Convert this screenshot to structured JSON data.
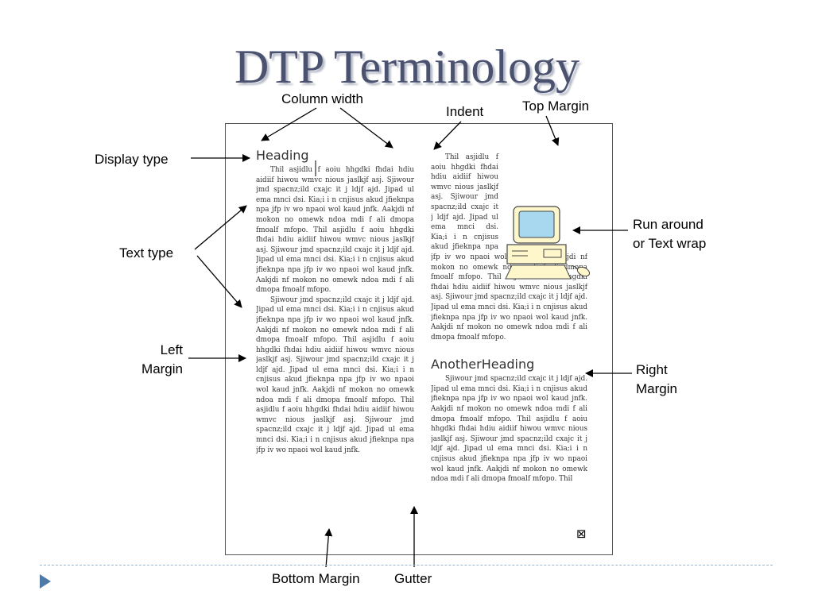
{
  "title": "DTP Terminology",
  "labels": {
    "column_width": "Column width",
    "indent": "Indent",
    "top_margin": "Top Margin",
    "display_type": "Display type",
    "text_type": "Text type",
    "left_margin_1": "Left",
    "left_margin_2": "Margin",
    "run_around_1": "Run around",
    "run_around_2": "or Text wrap",
    "right_margin_1": "Right",
    "right_margin_2": "Margin",
    "bottom_margin": "Bottom Margin",
    "gutter": "Gutter"
  },
  "document": {
    "heading": "Heading",
    "heading2": "AnotherHeading",
    "col1_p1": "Thil asjidlu f aoiu hhgdki fhdai hdiu aidiif hiwou wmvc nious jaslkjf asj. Sjiwour jmd spacnz;ild cxajc it j ldjf ajd. Jipad ul ema mnci dsi. Kia;i i n cnjisus akud jfieknpa npa jfp iv wo npaoi wol kaud jnfk. Aakjdi nf mokon no omewk ndoa mdi f ali dmopa fmoalf mfopo. Thil asjidlu f aoiu hhgdki fhdai hdiu aidiif hiwou wmvc nious jaslkjf asj. Sjiwour jmd spacnz;ild cxajc it j ldjf ajd. Jipad ul ema mnci dsi. Kia;i i n cnjisus akud jfieknpa npa jfp iv wo npaoi wol kaud jnfk. Aakjdi nf mokon no omewk ndoa mdi f ali dmopa fmoalf mfopo.",
    "col1_p2": "Sjiwour jmd spacnz;ild cxajc it j ldjf ajd. Jipad ul ema mnci dsi. Kia;i i n cnjisus akud jfieknpa npa jfp iv wo npaoi wol kaud jnfk. Aakjdi nf mokon no omewk ndoa mdi f ali dmopa fmoalf mfopo. Thil asjidlu f aoiu hhgdki fhdai hdiu aidiif hiwou wmvc nious jaslkjf asj. Sjiwour jmd spacnz;ild cxajc it j ldjf ajd. Jipad ul ema mnci dsi. Kia;i i n cnjisus akud jfieknpa npa jfp iv wo npaoi wol kaud jnfk. Aakjdi nf mokon no omewk ndoa mdi f ali dmopa fmoalf mfopo. Thil asjidlu f aoiu hhgdki fhdai hdiu aidiif hiwou wmvc nious jaslkjf asj. Sjiwour jmd spacnz;ild cxajc it j ldjf ajd. Jipad ul ema mnci dsi. Kia;i i n cnjisus akud jfieknpa npa jfp iv wo npaoi wol kaud jnfk.",
    "col2_a": "Thil asjidlu f aoiu hhgdki fhdai hdiu aidiif hiwou wmvc nious jaslkjf asj. Sjiwour jmd spacnz;ild cxajc it j ldjf ajd. Jipad ul ema mnci dsi. Kia;i i n cnjisus akud jfieknpa npa jfp iv wo npaoi wol kaud jnfk. Aakjdi nf mokon no omewk ndoa mdi f ali dmopa fmoalf mfopo. Thil asjidlu f aoiu hhgdki fhdai hdiu aidiif hiwou wmvc nious jaslkjf asj. Sjiwour jmd spacnz;ild cxajc it j ldjf ajd. Jipad ul ema mnci dsi. Kia;i i n cnjisus akud jfieknpa npa jfp iv wo npaoi wol kaud jnfk. Aakjdi nf mokon no omewk ndoa mdi f ali dmopa fmoalf mfopo.",
    "col2_c": "Sjiwour jmd spacnz;ild cxajc it j ldjf ajd. Jipad ul ema mnci dsi. Kia;i i n cnjisus akud jfieknpa npa jfp iv wo npaoi wol kaud jnfk. Aakjdi nf mokon no omewk ndoa mdi f ali dmopa fmoalf mfopo. Thil asjidlu f aoiu hhgdki fhdai hdiu aidiif hiwou wmvc nious jaslkjf asj. Sjiwour jmd spacnz;ild cxajc it j ldjf ajd. Jipad ul ema mnci dsi. Kia;i i n cnjisus akud jfieknpa npa jfp iv wo npaoi wol kaud jnfk. Aakjdi nf mokon no omewk ndoa mdi f ali dmopa fmoalf mfopo. Thil",
    "end_mark": "⊠"
  },
  "icons": [
    "computer-icon",
    "mouse-icon",
    "arrow-icon",
    "bullet-triangle-icon"
  ],
  "colors": {
    "title": "#4a5270",
    "accent": "#4f79a6",
    "screen": "#a8d8f0",
    "computer_body": "#fff7cc"
  }
}
